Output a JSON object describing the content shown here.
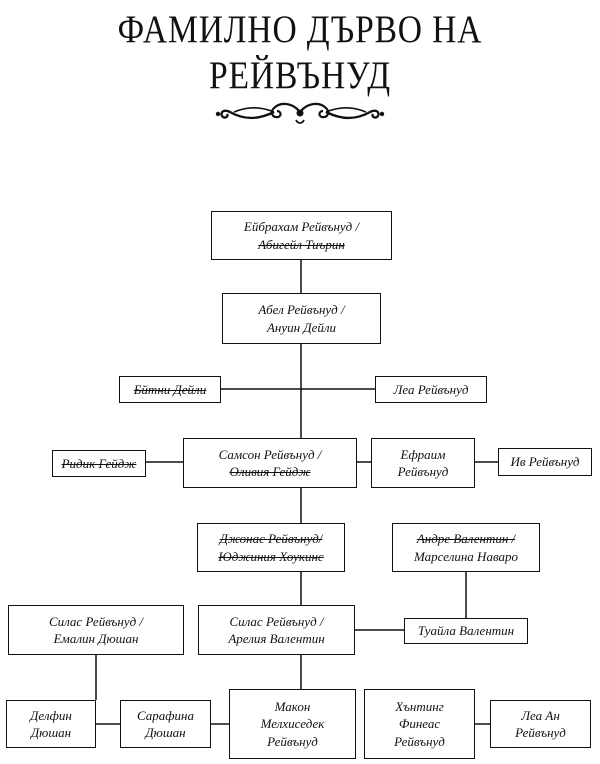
{
  "title": {
    "line1": "ФАМИЛНО ДЪРВО НА",
    "line2": "РЕЙВЪНУД"
  },
  "ornament_icon": "flourish-ornament",
  "persons": {
    "abraham": "Ейбрахам Рейвънуд /",
    "abigail": "Абигейл Тиърин",
    "abel": "Абел Рейвънуд /",
    "anuin": "Ануин Дейли",
    "britni": "Бйтни Дейли",
    "lea": "Леа Рейвънуд",
    "ridik": "Ридик Гейдж",
    "samson": "Самсон Рейвънуд /",
    "olivia": "Оливия Гейдж",
    "efraim1": "Ефраим",
    "efraim2": "Рейвънуд",
    "iv": "Ив Рейвънуд",
    "jonas": "Джонас Рейвънуд/",
    "eugenia": "Юджиния Хоукинс",
    "andre": "Андре Валентин /",
    "marselina": "Марселина Наваро",
    "silasSr": "Силас Рейвънуд /",
    "emalin": "Емалин Дюшан",
    "silas": "Силас Рейвънуд /",
    "arelia": "Арелия Валентин",
    "tuayla": "Туайла Валентин",
    "delfin1": "Делфин",
    "delfin2": "Дюшан",
    "sarafina1": "Сарафина",
    "sarafina2": "Дюшан",
    "makon1": "Макон",
    "makon2": "Мелхиседек",
    "makon3": "Рейвънуд",
    "hunting1": "Хънтинг",
    "hunting2": "Финеас",
    "hunting3": "Рейвънуд",
    "leaAn1": "Леа Ан",
    "leaAn2": "Рейвънуд"
  }
}
